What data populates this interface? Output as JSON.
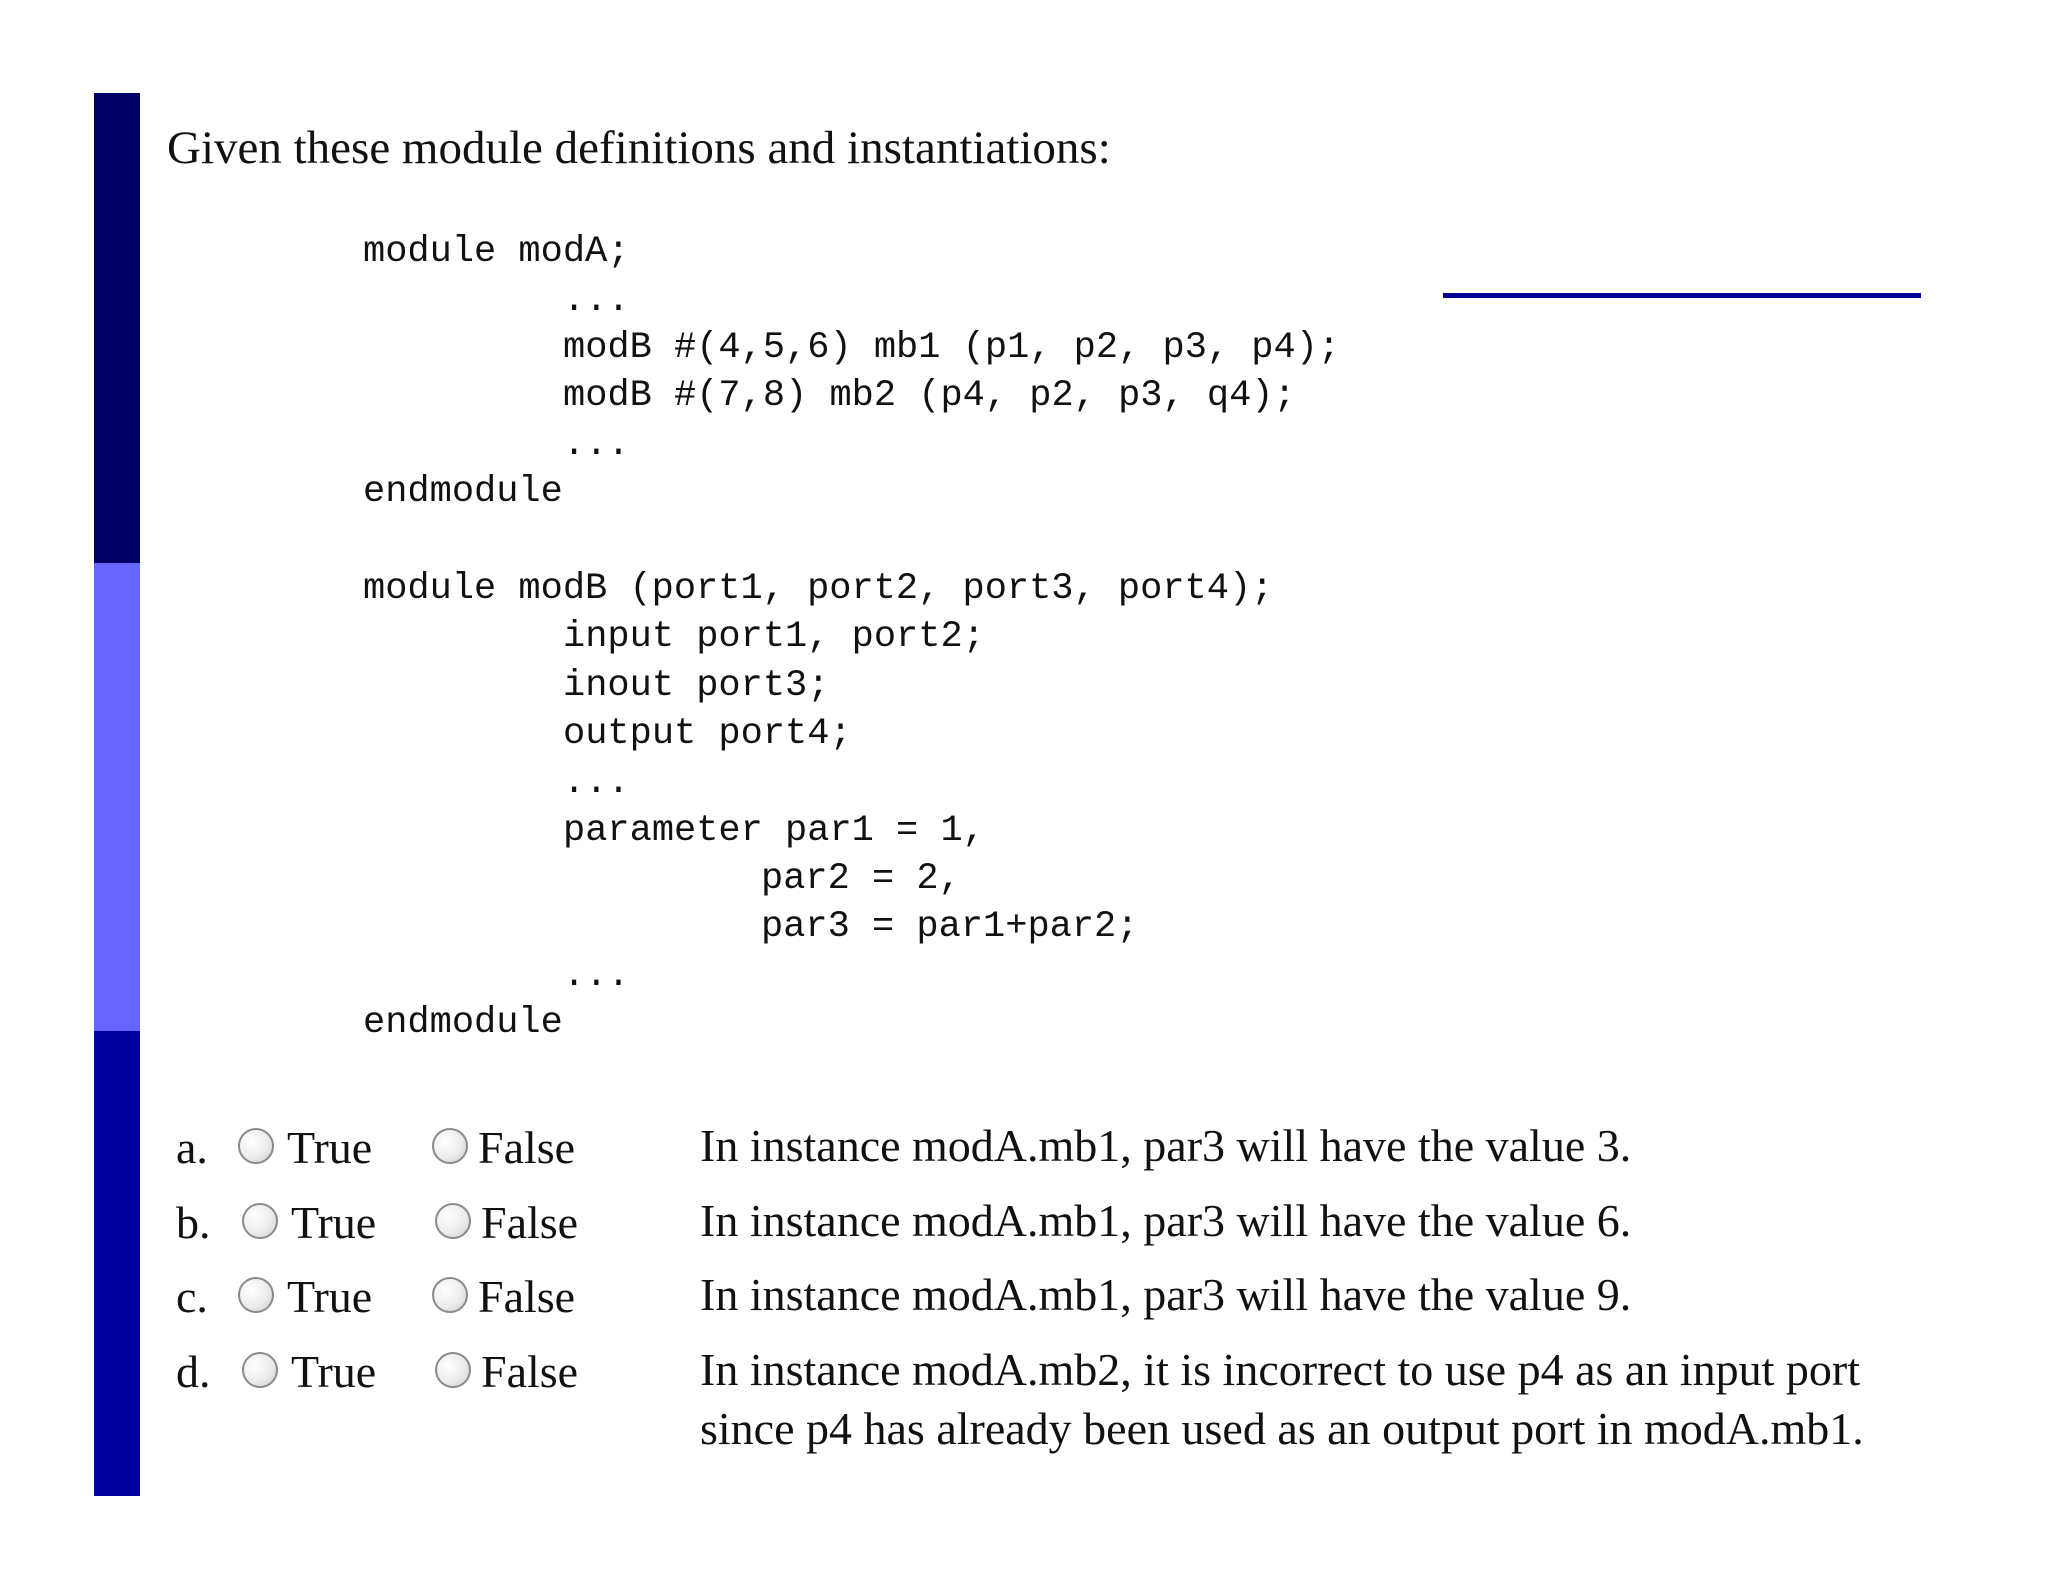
{
  "colors": {
    "bar_top": "#000066",
    "bar_middle": "#6666FF",
    "bar_bottom": "#0000A0",
    "rule": "#000099"
  },
  "heading": "Given these module definitions and instantiations:",
  "code_lines": [
    "module modA;",
    "...",
    "modB #(4,5,6) mb1 (p1, p2, p3, p4);",
    "modB #(7,8) mb2 (p4, p2, p3, q4);",
    "...",
    "endmodule",
    "module modB (port1, port2, port3, port4);",
    "input port1, port2;",
    "inout port3;",
    "output port4;",
    "...",
    "parameter par1 = 1,",
    "par2 = 2,",
    "par3 = par1+par2;",
    "...",
    "endmodule"
  ],
  "questions": [
    {
      "letter": "a.",
      "true_label": "True",
      "false_label": "False",
      "statement": [
        "In instance modA.mb1, par3 will have the value 3."
      ]
    },
    {
      "letter": "b.",
      "true_label": "True",
      "false_label": "False",
      "statement": [
        "In instance modA.mb1, par3 will have the value 6."
      ]
    },
    {
      "letter": "c.",
      "true_label": "True",
      "false_label": "False",
      "statement": [
        "In instance modA.mb1, par3 will have the value 9."
      ]
    },
    {
      "letter": "d.",
      "true_label": "True",
      "false_label": "False",
      "statement": [
        "In instance modA.mb2, it is incorrect to use p4 as an input port",
        "since p4 has already been used as an output port in modA.mb1."
      ]
    }
  ]
}
